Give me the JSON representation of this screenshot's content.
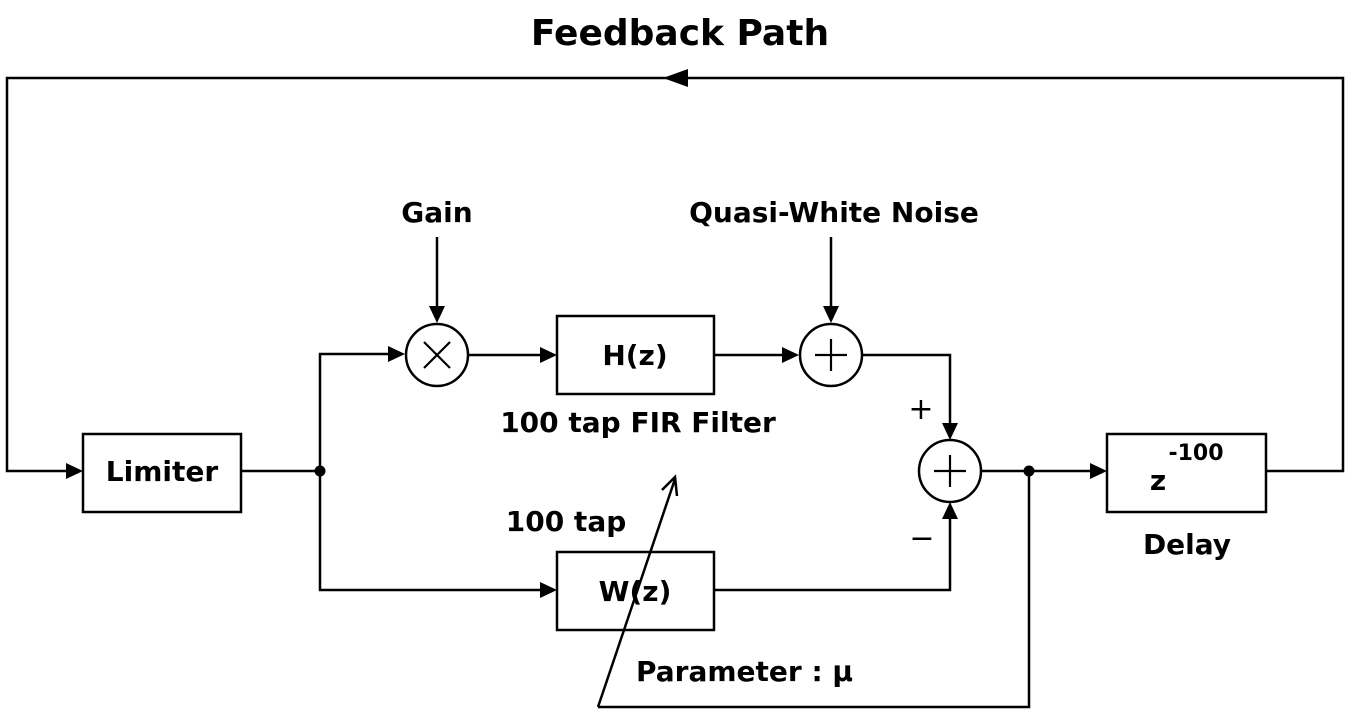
{
  "title": "Feedback Path",
  "inputs": {
    "gain": "Gain",
    "noise": "Quasi-White Noise"
  },
  "blocks": {
    "limiter": "Limiter",
    "h_filter": "H(z)",
    "w_filter": "W(z)",
    "delay_base": "z",
    "delay_exponent": "-100"
  },
  "captions": {
    "h_filter": "100 tap FIR Filter",
    "w_filter_taps": "100 tap",
    "parameter": "Parameter : μ",
    "delay": "Delay"
  },
  "signs": {
    "plus": "+",
    "minus": "−"
  }
}
